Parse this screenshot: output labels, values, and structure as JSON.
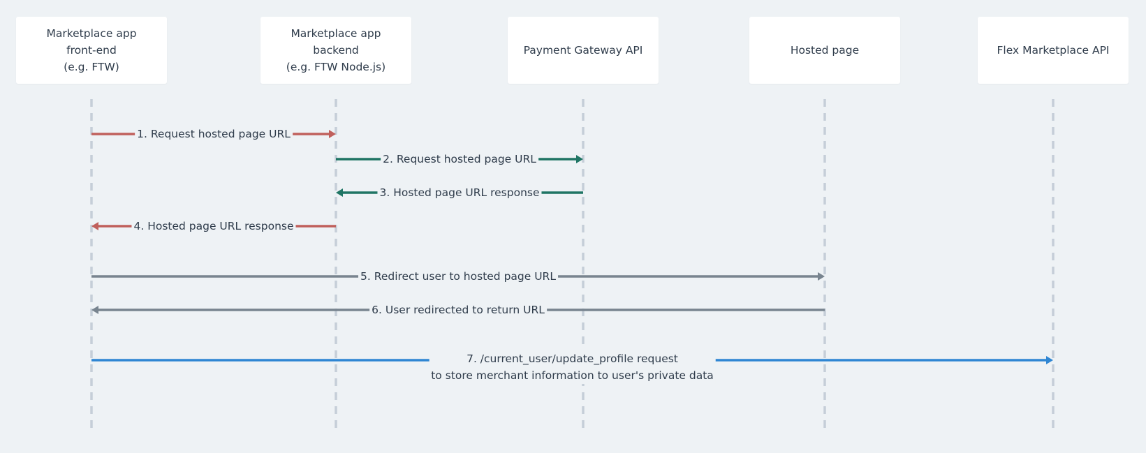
{
  "participants": [
    {
      "id": "frontend",
      "label": "Marketplace app\nfront-end\n(e.g. FTW)"
    },
    {
      "id": "backend",
      "label": "Marketplace app\nbackend\n(e.g. FTW Node.js)"
    },
    {
      "id": "gateway",
      "label": "Payment Gateway API"
    },
    {
      "id": "hosted",
      "label": "Hosted page"
    },
    {
      "id": "flex",
      "label": "Flex Marketplace API"
    }
  ],
  "messages": [
    {
      "from": "frontend",
      "to": "backend",
      "label": "1. Request hosted page URL",
      "color": "#c0605c"
    },
    {
      "from": "backend",
      "to": "gateway",
      "label": "2. Request hosted page URL",
      "color": "#1f7564"
    },
    {
      "from": "gateway",
      "to": "backend",
      "label": "3. Hosted page URL response",
      "color": "#1f7564"
    },
    {
      "from": "backend",
      "to": "frontend",
      "label": "4. Hosted page URL response",
      "color": "#c0605c"
    },
    {
      "from": "frontend",
      "to": "hosted",
      "label": "5. Redirect user to hosted page URL",
      "color": "#78848f"
    },
    {
      "from": "hosted",
      "to": "frontend",
      "label": "6. User redirected to return URL",
      "color": "#78848f"
    },
    {
      "from": "frontend",
      "to": "flex",
      "label": "7. /current_user/update_profile request\nto store merchant information to user's private data",
      "color": "#2f86d3"
    }
  ],
  "colors": {
    "background": "#eef2f5",
    "lifeline": "#c5ced8",
    "box": "#ffffff",
    "text": "#2f3c4b"
  }
}
